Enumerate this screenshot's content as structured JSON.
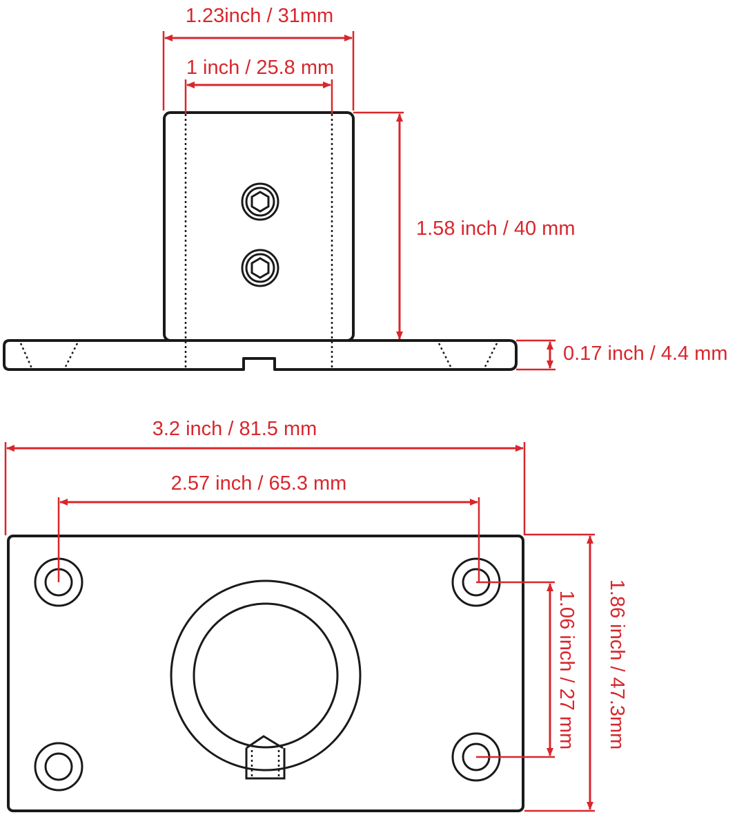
{
  "side_view": {
    "overall_width_label": "1.23inch / 31mm",
    "inner_width_label": "1 inch / 25.8 mm",
    "post_height_label": "1.58 inch / 40 mm",
    "base_thickness_label": "0.17 inch / 4.4 mm"
  },
  "top_view": {
    "plate_length_label": "3.2 inch / 81.5 mm",
    "hole_spacing_x_label": "2.57 inch / 65.3 mm",
    "hole_spacing_y_label": "1.06 inch / 27 mm",
    "plate_width_label": "1.86 inch / 47.3mm"
  },
  "colors": {
    "dimension": "#d8262c",
    "outline": "#1a1a1a"
  }
}
